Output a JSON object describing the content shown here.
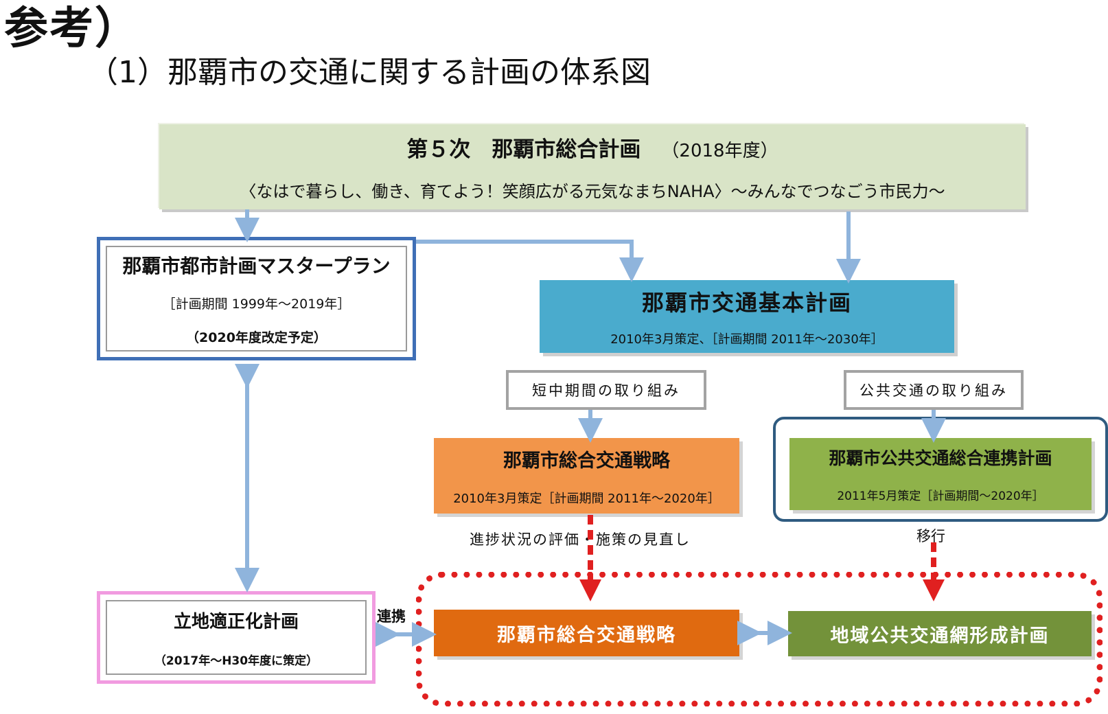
{
  "heading": "参考）",
  "subheading": "（1）那覇市の交通に関する計画の体系図",
  "top_plan": {
    "title": "第５次　那覇市総合計画",
    "year": "（2018年度）",
    "slogan": "〈なはで暮らし、働き、育てよう！笑顔広がる元気なまちNAHA〉〜みんなでつなごう市民力〜"
  },
  "master_plan": {
    "name": "那覇市都市計画マスタープラン",
    "period": "［計画期間 1999年〜2019年］",
    "revision": "（2020年度改定予定）"
  },
  "basic_plan": {
    "name": "那覇市交通基本計画",
    "detail": "2010年3月策定、［計画期間 2011年〜2030年］"
  },
  "labels": {
    "short_term": "短中期間の取り組み",
    "public_transport": "公共交通の取り組み",
    "progress": "進捗状況の評価・施策の見直し",
    "transition": "移行",
    "link": "連携"
  },
  "strategy_current": {
    "name": "那覇市総合交通戦略",
    "detail": "2010年3月策定［計画期間 2011年〜2020年］"
  },
  "cooperation_plan": {
    "name": "那覇市公共交通総合連携計画",
    "detail": "2011年5月策定［計画期間〜2020年］"
  },
  "location_plan": {
    "name": "立地適正化計画",
    "detail": "（2017年〜H30年度に策定）"
  },
  "strategy_new": {
    "name": "那覇市総合交通戦略"
  },
  "network_plan": {
    "name": "地域公共交通網形成計画"
  },
  "colors": {
    "top_plan_bg": "#d9e4c7",
    "master_border": "#3f6fb6",
    "basic_plan_bg": "#4aabcd",
    "strategy_orange": "#f2954a",
    "cooperation_green": "#8fb24a",
    "location_border": "#f19be0",
    "dotted_red": "#e02020",
    "strategy_new_bg": "#e06a10",
    "network_green": "#73923a",
    "arrow_blue": "#8fb4dc",
    "arrow_red": "#e02020"
  }
}
